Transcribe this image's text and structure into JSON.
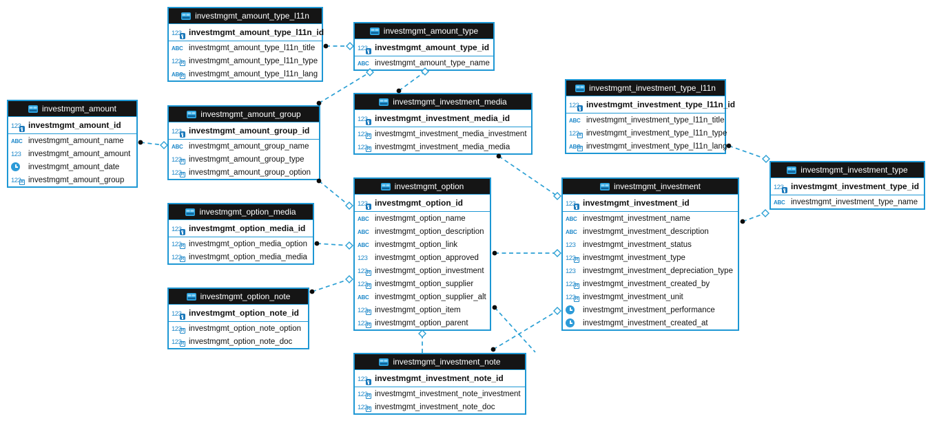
{
  "diagram": {
    "accent_color": "#1d97d4",
    "line_color": "#2a9fd4",
    "header_bg": "#151515",
    "header_text_color": "#ffffff",
    "icon_blue": "#1e88c9",
    "background": "#ffffff"
  },
  "tables": [
    {
      "name": "investmgmt_amount",
      "icon": "table-icon",
      "fields": [
        {
          "name": "investmgmt_amount_id",
          "icon": "numeric-pk"
        },
        {
          "name": "investmgmt_amount_name",
          "icon": "text"
        },
        {
          "name": "investmgmt_amount_amount",
          "icon": "numeric"
        },
        {
          "name": "investmgmt_amount_date",
          "icon": "datetime"
        },
        {
          "name": "investmgmt_amount_group",
          "icon": "numeric-fk"
        }
      ]
    },
    {
      "name": "investmgmt_amount_type_l11n",
      "icon": "table-icon",
      "fields": [
        {
          "name": "investmgmt_amount_type_l11n_id",
          "icon": "numeric-pk"
        },
        {
          "name": "investmgmt_amount_type_l11n_title",
          "icon": "text"
        },
        {
          "name": "investmgmt_amount_type_l11n_type",
          "icon": "numeric-fk"
        },
        {
          "name": "investmgmt_amount_type_l11n_lang",
          "icon": "text-fk"
        }
      ]
    },
    {
      "name": "investmgmt_amount_type",
      "icon": "table-icon",
      "fields": [
        {
          "name": "investmgmt_amount_type_id",
          "icon": "numeric-pk"
        },
        {
          "name": "investmgmt_amount_type_name",
          "icon": "text"
        }
      ]
    },
    {
      "name": "investmgmt_amount_group",
      "icon": "table-icon",
      "fields": [
        {
          "name": "investmgmt_amount_group_id",
          "icon": "numeric-pk"
        },
        {
          "name": "investmgmt_amount_group_name",
          "icon": "text"
        },
        {
          "name": "investmgmt_amount_group_type",
          "icon": "numeric-fk"
        },
        {
          "name": "investmgmt_amount_group_option",
          "icon": "numeric-fk"
        }
      ]
    },
    {
      "name": "investmgmt_investment_media",
      "icon": "table-icon",
      "fields": [
        {
          "name": "investmgmt_investment_media_id",
          "icon": "numeric-pk"
        },
        {
          "name": "investmgmt_investment_media_investment",
          "icon": "numeric-fk"
        },
        {
          "name": "investmgmt_investment_media_media",
          "icon": "numeric-fk"
        }
      ]
    },
    {
      "name": "investmgmt_investment_type_l11n",
      "icon": "table-icon",
      "fields": [
        {
          "name": "investmgmt_investment_type_l11n_id",
          "icon": "numeric-pk"
        },
        {
          "name": "investmgmt_investment_type_l11n_title",
          "icon": "text"
        },
        {
          "name": "investmgmt_investment_type_l11n_type",
          "icon": "numeric-fk"
        },
        {
          "name": "investmgmt_investment_type_l11n_lang",
          "icon": "text-fk"
        }
      ]
    },
    {
      "name": "investmgmt_investment_type",
      "icon": "table-icon",
      "fields": [
        {
          "name": "investmgmt_investment_type_id",
          "icon": "numeric-pk"
        },
        {
          "name": "investmgmt_investment_type_name",
          "icon": "text"
        }
      ]
    },
    {
      "name": "investmgmt_option",
      "icon": "table-icon",
      "fields": [
        {
          "name": "investmgmt_option_id",
          "icon": "numeric-pk"
        },
        {
          "name": "investmgmt_option_name",
          "icon": "text"
        },
        {
          "name": "investmgmt_option_description",
          "icon": "text"
        },
        {
          "name": "investmgmt_option_link",
          "icon": "text"
        },
        {
          "name": "investmgmt_option_approved",
          "icon": "numeric"
        },
        {
          "name": "investmgmt_option_investment",
          "icon": "numeric-fk"
        },
        {
          "name": "investmgmt_option_supplier",
          "icon": "numeric-fk"
        },
        {
          "name": "investmgmt_option_supplier_alt",
          "icon": "text"
        },
        {
          "name": "investmgmt_option_item",
          "icon": "numeric-fk"
        },
        {
          "name": "investmgmt_option_parent",
          "icon": "numeric-fk"
        }
      ]
    },
    {
      "name": "investmgmt_investment",
      "icon": "table-icon",
      "fields": [
        {
          "name": "investmgmt_investment_id",
          "icon": "numeric-pk"
        },
        {
          "name": "investmgmt_investment_name",
          "icon": "text"
        },
        {
          "name": "investmgmt_investment_description",
          "icon": "text"
        },
        {
          "name": "investmgmt_investment_status",
          "icon": "numeric"
        },
        {
          "name": "investmgmt_investment_type",
          "icon": "numeric-fk"
        },
        {
          "name": "investmgmt_investment_depreciation_type",
          "icon": "numeric"
        },
        {
          "name": "investmgmt_investment_created_by",
          "icon": "numeric-fk"
        },
        {
          "name": "investmgmt_investment_unit",
          "icon": "numeric-fk"
        },
        {
          "name": "investmgmt_investment_performance",
          "icon": "datetime"
        },
        {
          "name": "investmgmt_investment_created_at",
          "icon": "datetime"
        }
      ]
    },
    {
      "name": "investmgmt_option_media",
      "icon": "table-icon",
      "fields": [
        {
          "name": "investmgmt_option_media_id",
          "icon": "numeric-pk"
        },
        {
          "name": "investmgmt_option_media_option",
          "icon": "numeric-fk"
        },
        {
          "name": "investmgmt_option_media_media",
          "icon": "numeric-fk"
        }
      ]
    },
    {
      "name": "investmgmt_option_note",
      "icon": "table-icon",
      "fields": [
        {
          "name": "investmgmt_option_note_id",
          "icon": "numeric-pk"
        },
        {
          "name": "investmgmt_option_note_option",
          "icon": "numeric-fk"
        },
        {
          "name": "investmgmt_option_note_doc",
          "icon": "numeric-fk"
        }
      ]
    },
    {
      "name": "investmgmt_investment_note",
      "icon": "table-icon",
      "fields": [
        {
          "name": "investmgmt_investment_note_id",
          "icon": "numeric-pk"
        },
        {
          "name": "investmgmt_investment_note_investment",
          "icon": "numeric-fk"
        },
        {
          "name": "investmgmt_investment_note_doc",
          "icon": "numeric-fk"
        }
      ]
    }
  ],
  "relationships": [
    {
      "from": "investmgmt_amount",
      "to": "investmgmt_amount_group",
      "style": "dashed"
    },
    {
      "from": "investmgmt_amount_type_l11n",
      "to": "investmgmt_amount_type",
      "style": "dashed"
    },
    {
      "from": "investmgmt_amount_group",
      "to": "investmgmt_amount_type",
      "style": "dashed"
    },
    {
      "from": "investmgmt_investment_media",
      "to": "investmgmt_amount_type",
      "style": "dashed"
    },
    {
      "from": "investmgmt_amount_group",
      "to": "investmgmt_option",
      "style": "dashed"
    },
    {
      "from": "investmgmt_option_media",
      "to": "investmgmt_option",
      "style": "dashed"
    },
    {
      "from": "investmgmt_option_note",
      "to": "investmgmt_option",
      "style": "dashed"
    },
    {
      "from": "investmgmt_investment_media",
      "to": "investmgmt_investment",
      "style": "dashed"
    },
    {
      "from": "investmgmt_option",
      "to": "investmgmt_investment",
      "style": "dashed"
    },
    {
      "from": "investmgmt_investment_type_l11n",
      "to": "investmgmt_investment_type",
      "style": "dashed"
    },
    {
      "from": "investmgmt_investment",
      "to": "investmgmt_investment_type",
      "style": "dashed"
    },
    {
      "from": "investmgmt_investment_note",
      "to": "investmgmt_option",
      "style": "dashed"
    },
    {
      "from": "investmgmt_option",
      "to": "investmgmt_investment_note",
      "style": "dashed"
    },
    {
      "from": "investmgmt_investment_note",
      "to": "investmgmt_investment",
      "style": "dashed"
    }
  ]
}
